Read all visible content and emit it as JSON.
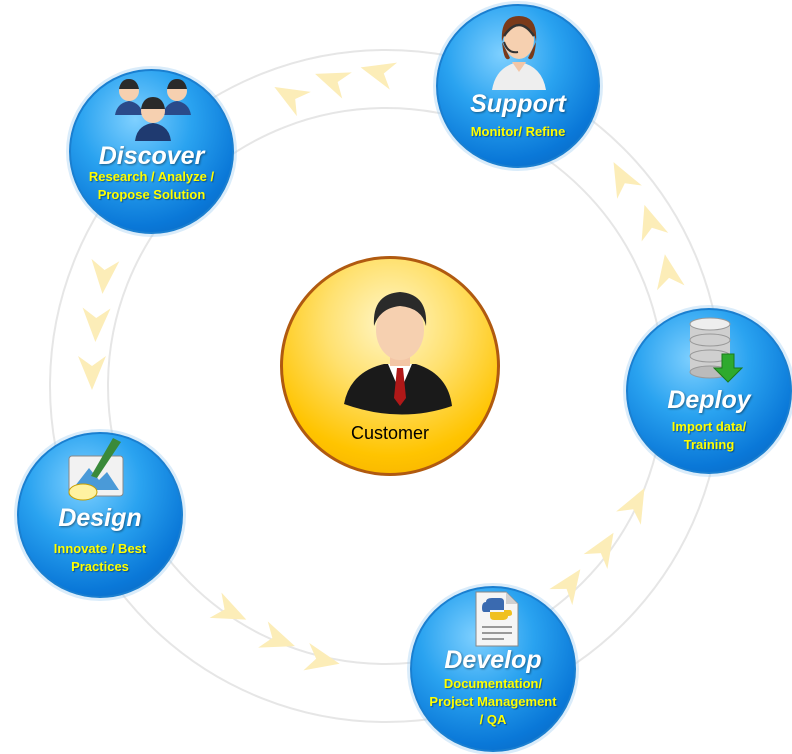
{
  "center": {
    "label": "Customer",
    "icon": "businessman-icon"
  },
  "nodes": {
    "support": {
      "title": "Support",
      "sub": "Monitor/ Refine",
      "icon": "support-agent-icon"
    },
    "discover": {
      "title": "Discover",
      "sub": "Research / Analyze /\nPropose Solution",
      "icon": "team-icon"
    },
    "deploy": {
      "title": "Deploy",
      "sub": "Import data/\nTraining",
      "icon": "database-icon"
    },
    "design": {
      "title": "Design",
      "sub": "Innovate / Best\nPractices",
      "icon": "paint-palette-icon"
    },
    "develop": {
      "title": "Develop",
      "sub": "Documentation/\nProject Management\n/ QA",
      "icon": "python-document-icon"
    }
  },
  "colors": {
    "node_blue": "#1a8fe6",
    "subtitle_yellow": "#ffff00",
    "center_gold": "#ffc400",
    "arrow": "#fcedb8"
  }
}
